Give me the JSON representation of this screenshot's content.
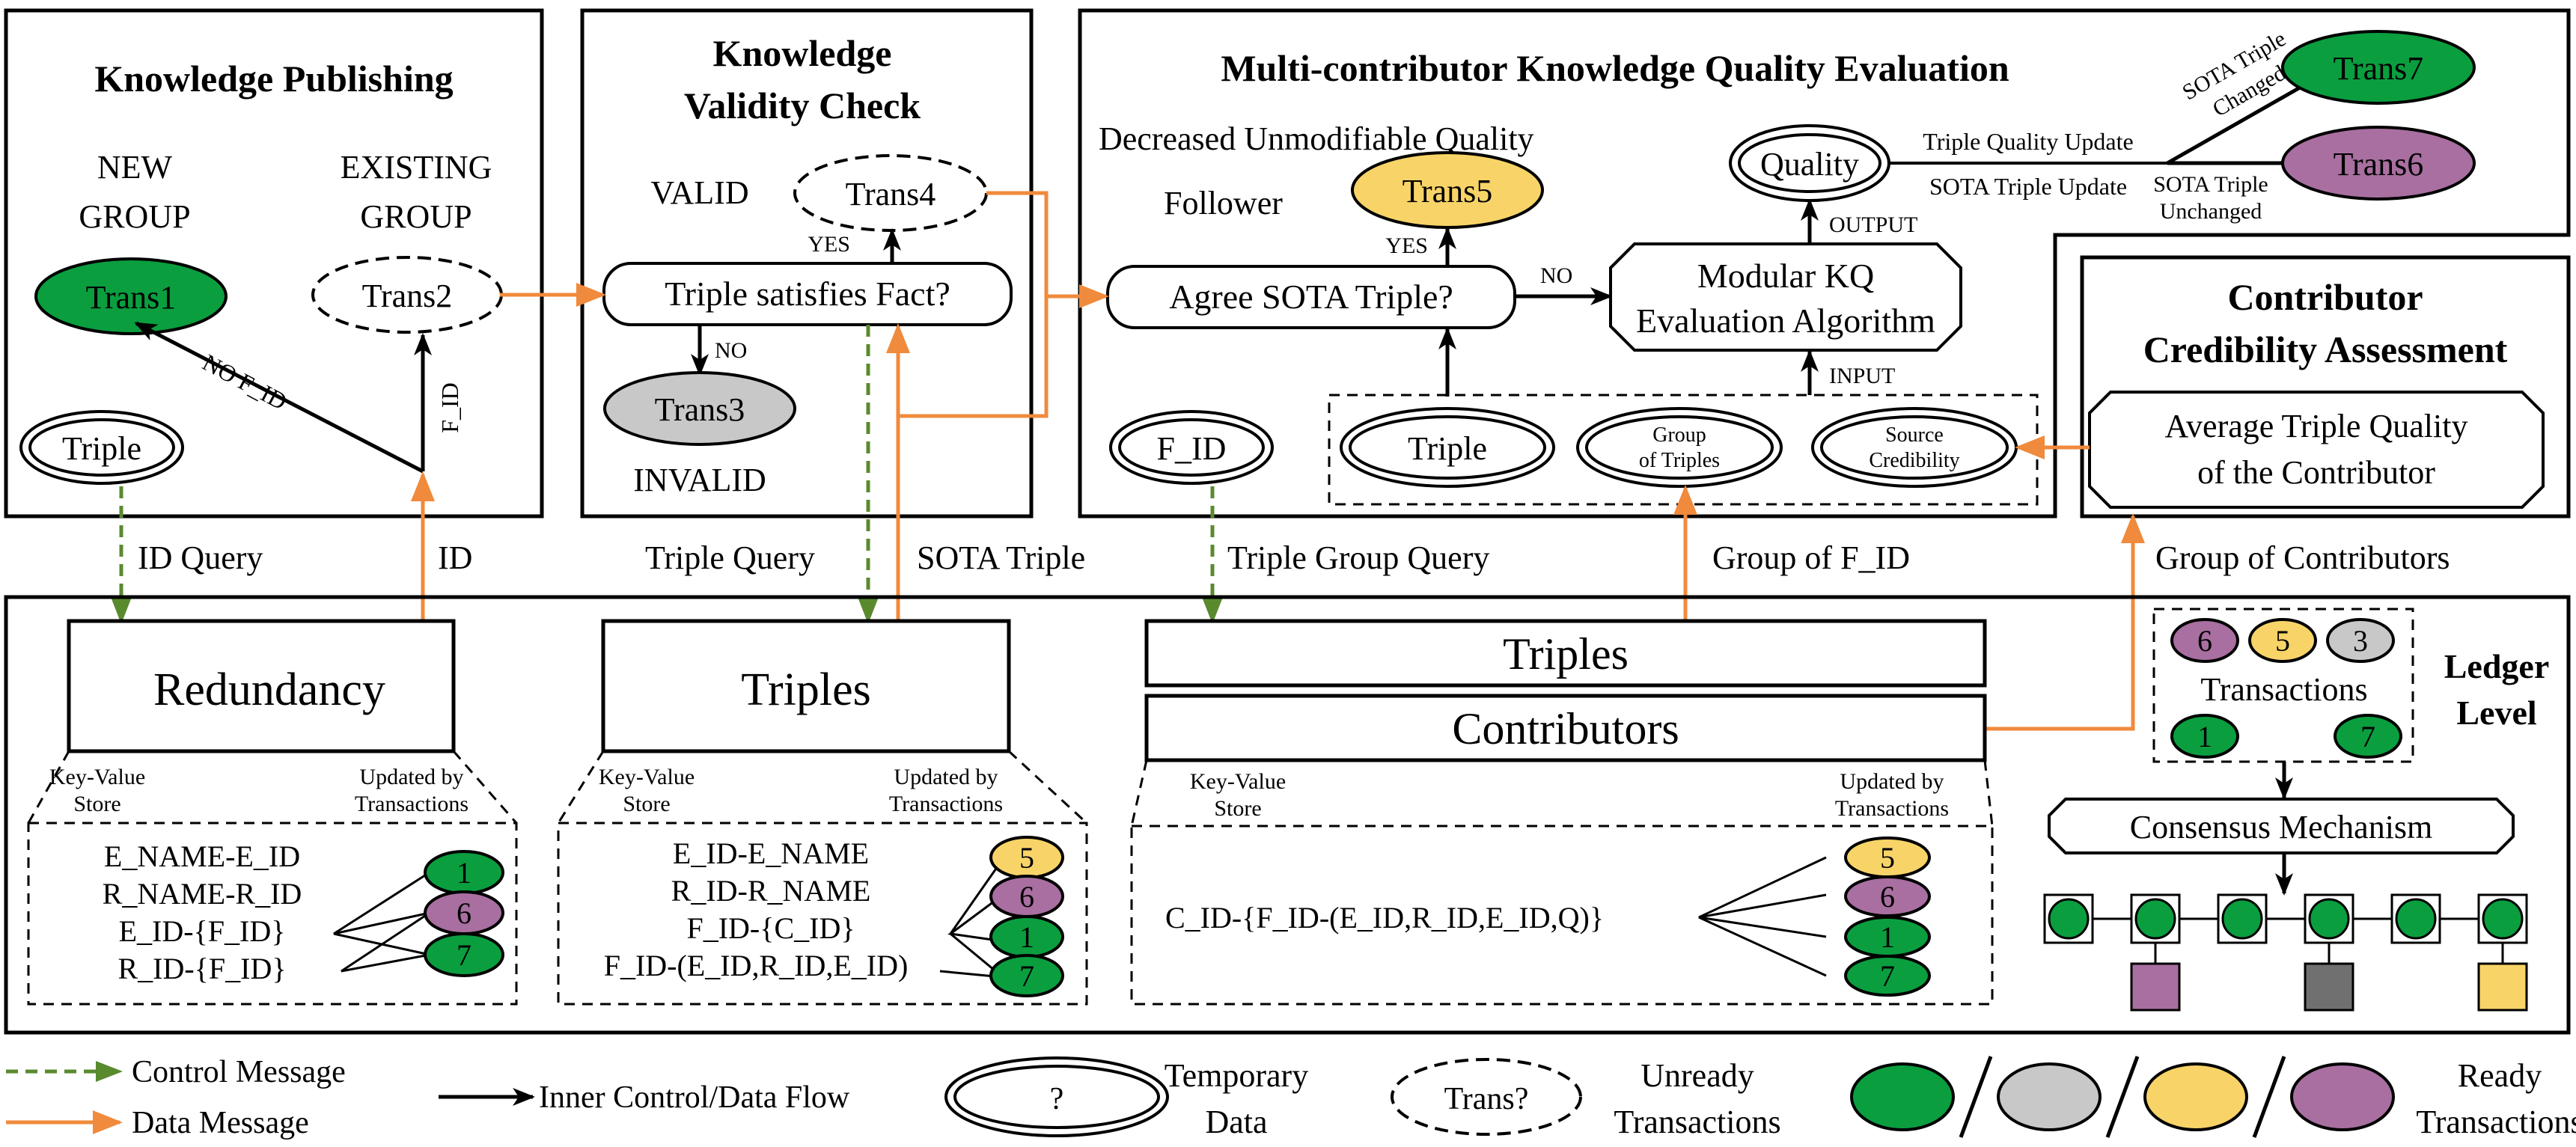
{
  "colors": {
    "green": "#0a9e3f",
    "gray": "#c8c8c8",
    "yellow": "#f8d468",
    "purple": "#a86fa0",
    "orange": "#f08a3c",
    "control_green": "#5a8a2e",
    "dark_gray_block": "#707070"
  },
  "panels": {
    "publishing": {
      "title": "Knowledge Publishing",
      "new_group": [
        "NEW",
        "GROUP"
      ],
      "existing_group": [
        "EXISTING",
        "GROUP"
      ],
      "trans1": "Trans1",
      "trans2": "Trans2",
      "triple": "Triple",
      "no_fid": "NO F_ID",
      "fid": "F_ID"
    },
    "validity": {
      "title": [
        "Knowledge",
        "Validity Check"
      ],
      "valid": "VALID",
      "invalid": "INVALID",
      "trans4": "Trans4",
      "trans3": "Trans3",
      "yes": "YES",
      "no": "NO",
      "question": "Triple satisfies Fact?"
    },
    "quality": {
      "title": "Multi-contributor Knowledge Quality Evaluation",
      "decreased": "Decreased Unmodifiable Quality",
      "follower": "Follower",
      "trans5": "Trans5",
      "yes": "YES",
      "no": "NO",
      "agree": "Agree SOTA Triple?",
      "quality_node": "Quality",
      "output": "OUTPUT",
      "input": "INPUT",
      "modular": [
        "Modular KQ",
        "Evaluation Algorithm"
      ],
      "fid_node": "F_ID",
      "triple_node": "Triple",
      "group_triples": [
        "Group",
        "of Triples"
      ],
      "source_cred": [
        "Source",
        "Credibility"
      ],
      "triple_quality_update": "Triple Quality Update",
      "sota_triple_update": "SOTA Triple Update",
      "sota_changed": [
        "SOTA Triple",
        "Changed"
      ],
      "sota_unchanged": [
        "SOTA Triple",
        "Unchanged"
      ],
      "trans7": "Trans7",
      "trans6": "Trans6"
    },
    "credibility": {
      "title": [
        "Contributor",
        "Credibility Assessment"
      ],
      "avg": [
        "Average Triple Quality",
        "of the Contributor"
      ]
    }
  },
  "flow_labels": {
    "id_query": "ID Query",
    "id": "ID",
    "triple_query": "Triple Query",
    "sota_triple": "SOTA Triple",
    "triple_group_query": "Triple Group Query",
    "group_of_fid": "Group of F_ID",
    "group_of_contributors": "Group of Contributors"
  },
  "ledger": {
    "level": [
      "Ledger",
      "Level"
    ],
    "redundancy": "Redundancy",
    "triples": "Triples",
    "triples2": "Triples",
    "contributors": "Contributors",
    "kv_store": [
      "Key-Value",
      "Store"
    ],
    "updated_by": [
      "Updated by",
      "Transactions"
    ],
    "redundancy_rows": [
      "E_NAME-E_ID",
      "R_NAME-R_ID",
      "E_ID-{F_ID}",
      "R_ID-{F_ID}"
    ],
    "redundancy_tx": [
      "1",
      "6",
      "7"
    ],
    "triples_rows": [
      "E_ID-E_NAME",
      "R_ID-R_NAME",
      "F_ID-{C_ID}",
      "F_ID-(E_ID,R_ID,E_ID)"
    ],
    "triples_tx": [
      "5",
      "6",
      "1",
      "7"
    ],
    "contributors_row": "C_ID-{F_ID-(E_ID,R_ID,E_ID,Q)}",
    "contributors_tx": [
      "5",
      "6",
      "1",
      "7"
    ],
    "transactions": "Transactions",
    "tx_top": [
      "6",
      "5",
      "3"
    ],
    "tx_bottom": [
      "1",
      "7"
    ],
    "consensus": "Consensus Mechanism"
  },
  "legend": {
    "control": "Control Message",
    "data": "Data Message",
    "inner": "Inner Control/Data Flow",
    "temp_symbol": "?",
    "temp": [
      "Temporary",
      "Data"
    ],
    "unready_symbol": "Trans?",
    "unready": [
      "Unready",
      "Transactions"
    ],
    "ready": [
      "Ready",
      "Transactions"
    ]
  }
}
